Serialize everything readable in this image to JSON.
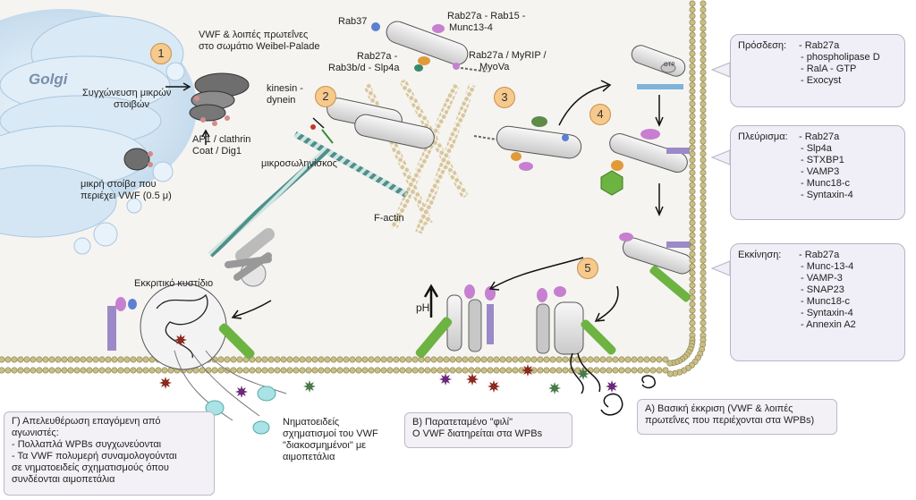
{
  "labels": {
    "golgi": "Golgi",
    "vwf_weibel": [
      "VWF & λοιπές πρωτεΐνες",
      "στο σωμάτιο Weibel-Palade"
    ],
    "fusion": [
      "Συγχώνευση μικρών",
      "στοιβών"
    ],
    "ap1": [
      "AP1 / clathrin",
      "Coat / Dig1"
    ],
    "small_stack": [
      "μικρή στοίβα που",
      "περιέχει VWF (0.5 μ)"
    ],
    "kinesin": [
      "kinesin -",
      "dynein"
    ],
    "microtubule": "μικροσωληνίσκος",
    "f_actin": "F-actin",
    "rab37": "Rab37",
    "rab27a_rab15": [
      "Rab27a - Rab15 -",
      "Munc13-4"
    ],
    "rab27a_rab3": [
      "Rab27a -",
      "Rab3b/d - Slp4a"
    ],
    "rab27a_myrip": [
      "Rab27a / MyRIP /",
      "MyoVa"
    ],
    "secretory_vesicle": "Εκκριτικό κυστίδιο",
    "ph": "pH",
    "filaments": [
      "Νηματοειδείς",
      "σχηματισμοί του VWF",
      "\"διακοσμημένοι\" με",
      "αιμοπετάλια"
    ],
    "gtp": "GTP"
  },
  "steps": [
    "1",
    "2",
    "3",
    "4",
    "5"
  ],
  "callouts": {
    "docking": {
      "head": "Πρόσδεση:",
      "items": [
        "- Rab27a",
        "- phospholipase D",
        "- RalA - GTP",
        "- Exocyst"
      ]
    },
    "tethering": {
      "head": "Πλεύρισμα:",
      "items": [
        "- Rab27a",
        "- Slp4a",
        "- STXBP1",
        "- VAMP3",
        "- Munc18-c",
        "- Syntaxin-4"
      ]
    },
    "priming": {
      "head": "Εκκίνηση:",
      "items": [
        "- Rab27a",
        "- Munc-13-4",
        "- VAMP-3",
        "- SNAP23",
        "- Munc18-c",
        "- Syntaxin-4",
        "- Annexin A2"
      ]
    }
  },
  "boxes": {
    "agonist": [
      "Γ) Απελευθέρωση επαγόμενη από",
      "αγωνιστές:",
      "- Πολλαπλά WPBs συγχωνεύονται",
      "- Τα VWF πολυμερή συναμολογούνται",
      "σε νηματοειδείς σχηματισμούς όπου",
      "συνδέονται αιμοπετάλια"
    ],
    "kiss": [
      "Β) Παρατεταμένο \"φιλί\"",
      "Ο VWF διατηρείται στα WPBs"
    ],
    "basal": [
      "Α) Βασική έκκριση   (VWF & λοιπές",
      "πρωτεΐνες που περιέχονται στα WPBs)"
    ]
  },
  "colors": {
    "membrane": "#c9bf86",
    "step": "#f6c98c",
    "callout": "#f0eef6",
    "golgi": "#cfe3f1",
    "vwf": "#8b2a1e",
    "microtubule": "#4f8f8a"
  }
}
